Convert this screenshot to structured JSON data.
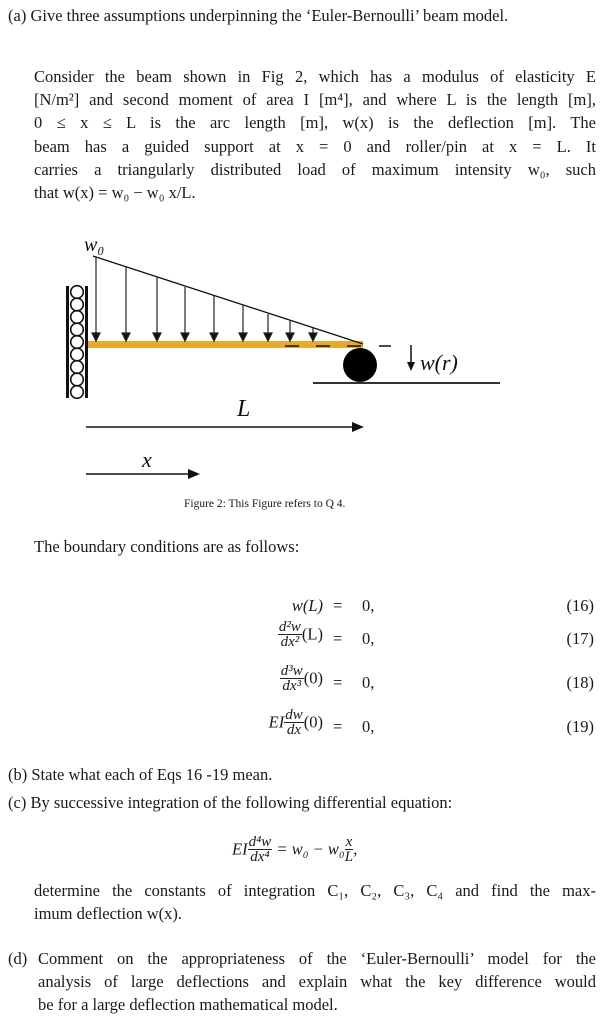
{
  "question_a": {
    "label": "(a)",
    "text": "Give three assumptions underpinning the ‘Euler-Bernoulli’ beam model."
  },
  "intro": {
    "lines": [
      "Consider the beam shown in Fig 2, which has a modulus of elasticity E",
      "[N/m²] and second moment of area I [m⁴], and where L is the length [m],",
      "0 ≤ x ≤ L is the arc length [m], w(x) is the deflection [m]. The",
      "beam has a guided support at x = 0 and roller/pin at x = L. It",
      "carries a triangularly distributed load of maximum intensity w₀, such",
      "that w(x) = w₀ − w₀ x/L."
    ]
  },
  "figure": {
    "load_label": "w₀",
    "deflection_label": "w(r)",
    "length_label": "L",
    "x_label": "x",
    "beam_color": "#e8a92e",
    "caption": "Figure 2: This Figure refers to Q 4."
  },
  "boundary": {
    "intro": "The boundary conditions are as follows:",
    "equations": [
      {
        "lhs": "w(L)",
        "rhs": "0,",
        "number": "(16)"
      },
      {
        "num": "d²w",
        "den": "dx²",
        "arg": "(L)",
        "rhs": "0,",
        "number": "(17)"
      },
      {
        "num": "d³w",
        "den": "dx³",
        "arg": "(0)",
        "rhs": "0,",
        "number": "(18)"
      },
      {
        "prefix": "EI",
        "num": "dw",
        "den": "dx",
        "arg": "(0)",
        "rhs": "0,",
        "number": "(19)"
      }
    ],
    "equals": "="
  },
  "question_b": {
    "label": "(b)",
    "text": "State what each of Eqs 16 -19 mean."
  },
  "question_c": {
    "label": "(c)",
    "text": "By successive integration of the following differential equation:",
    "eq_prefix": "EI",
    "eq_num": "d⁴w",
    "eq_den": "dx⁴",
    "eq_rhs": "= w₀ − w₀",
    "eq_frac_num": "x",
    "eq_frac_den": "L",
    "eq_end": ",",
    "line1": "determine the constants of integration C₁, C₂, C₃, C₄ and find the max-",
    "line2": "imum deflection w(x)."
  },
  "question_d": {
    "label": "(d)",
    "lines": [
      "Comment on the appropriateness of the ‘Euler-Bernoulli’ model for the",
      "analysis of large deflections and explain what the key difference would",
      "be for a large deflection mathematical model."
    ]
  }
}
